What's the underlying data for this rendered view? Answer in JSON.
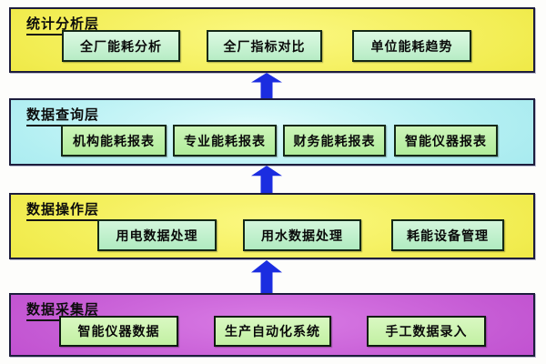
{
  "diagram": {
    "arrow_color": "#1b2de0",
    "layers": [
      {
        "title": "统计分析层",
        "bg_color": "#f2ed52",
        "box_color": "#b7ecc5",
        "boxes": [
          {
            "label": "全厂能耗分析"
          },
          {
            "label": "全厂指标对比"
          },
          {
            "label": "单位能耗趋势"
          }
        ]
      },
      {
        "title": "数据查询层",
        "bg_color": "#b2eff2",
        "box_color": "#b1ec9b",
        "boxes": [
          {
            "label": "机构能耗报表"
          },
          {
            "label": "专业能耗报表"
          },
          {
            "label": "财务能耗报表"
          },
          {
            "label": "智能仪器报表"
          }
        ]
      },
      {
        "title": "数据操作层",
        "bg_color": "#f2ed52",
        "box_color": "#b0ebc0",
        "boxes": [
          {
            "label": "用电数据处理"
          },
          {
            "label": "用水数据处理"
          },
          {
            "label": "耗能设备管理"
          }
        ]
      },
      {
        "title": "数据采集层",
        "bg_color": "#c55ad4",
        "box_color": "#c2f0a2",
        "boxes": [
          {
            "label": "智能仪器数据"
          },
          {
            "label": "生产自动化系统"
          },
          {
            "label": "手工数据录入"
          }
        ]
      }
    ]
  }
}
